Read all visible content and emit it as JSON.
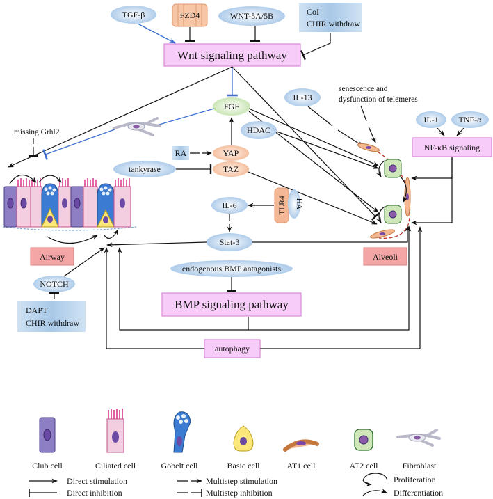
{
  "pathways": {
    "wnt": "Wnt signaling pathway",
    "bmp": "BMP signaling pathway",
    "nfkb": "NF-κB signaling"
  },
  "factors": {
    "tgfb": "TGF-β",
    "fzd4": "FZD4",
    "wnt5": "WNT-5A/5B",
    "col_line1": "CoI",
    "col_line2": "CHIR withdraw",
    "fgf": "FGF",
    "il13": "IL-13",
    "senescence_line1": "senescence and",
    "senescence_line2": "dysfunction of telemeres",
    "il1": "IL-1",
    "tnfa": "TNF-α",
    "hdac": "HDAC",
    "missing_grhl2": "missing Grhl2",
    "ra": "RA",
    "yap": "YAP",
    "taz": "TAZ",
    "tankyrase": "tankyrase",
    "tlr4": "TLR4",
    "ha": "HA",
    "il6": "IL-6",
    "stat3": "Stat-3",
    "bmp_antagonists": "endogenous BMP antagonists",
    "notch": "NOTCH",
    "dapt_line1": "DAPT",
    "dapt_line2": "CHIR withdraw",
    "autophagy": "autophagy"
  },
  "regions": {
    "airway": "Airway",
    "alveoli": "Alveoli"
  },
  "legend": {
    "cells": [
      {
        "name": "Club cell"
      },
      {
        "name": "Ciliated cell"
      },
      {
        "name": "Gobelt cell"
      },
      {
        "name": "Basic cell"
      },
      {
        "name": "AT1 cell"
      },
      {
        "name": "AT2 cell"
      },
      {
        "name": "Fibroblast"
      }
    ],
    "direct_stimulation": "Direct stimulation",
    "direct_inhibition": "Direct inhibition",
    "multistep_stimulation": "Multistep stimulation",
    "multistep_inhibition": "Multistep inhibition",
    "proliferation": "Proliferation",
    "differentiation": "Differentiation"
  },
  "colors": {
    "pathway_fill": "#f8ccf8",
    "pathway_border": "#d98ad9",
    "blue_oval": "#b9d4ec",
    "green_oval": "#d6ecc4",
    "orange_oval": "#f4c3a3",
    "region_fill": "#f4a6a6",
    "blue_arrow": "#3b6fd1",
    "club_cell": "#8e7ec4",
    "ciliated_cell": "#f3cde0",
    "goblet_cell": "#3b7bd1",
    "basic_cell": "#fce77b",
    "at1_cell": "#f2b894",
    "at2_cell": "#cfe6b9"
  }
}
